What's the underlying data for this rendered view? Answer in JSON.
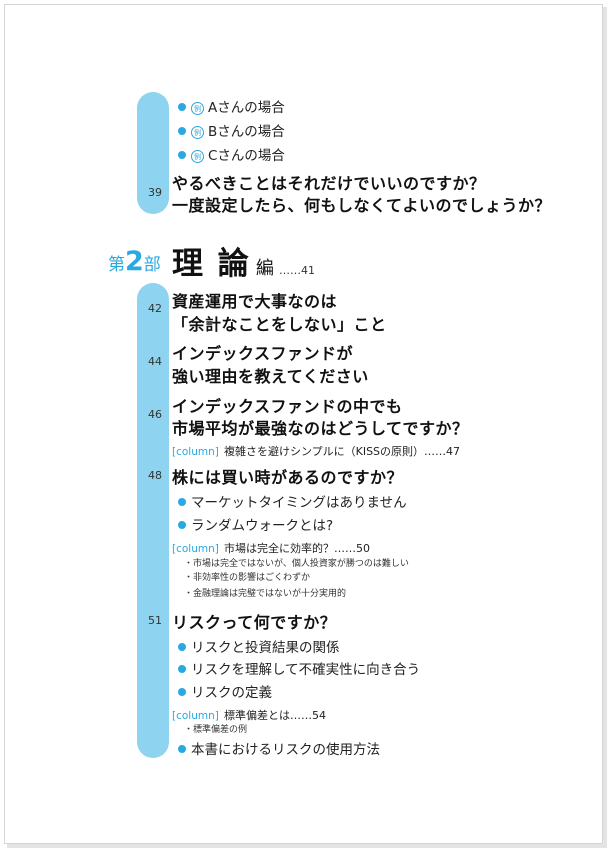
{
  "section1": {
    "examples": [
      "Aさんの場合",
      "Bさんの場合",
      "Cさんの場合"
    ],
    "example_badge": "例",
    "page": "39",
    "question_line1": "やるべきことはそれだけでいいのですか？",
    "question_line2": "一度設定したら、何もしなくてよいのでしょうか？"
  },
  "part2": {
    "prefix": "第",
    "number": "2",
    "suffix": "部",
    "title": "理 論",
    "title_suffix": "編",
    "page_ref": "……41"
  },
  "entries": {
    "e42": {
      "page": "42",
      "line1": "資産運用で大事なのは",
      "line2": "「余計なことをしない」こと"
    },
    "e44": {
      "page": "44",
      "line1": "インデックスファンドが",
      "line2": "強い理由を教えてください"
    },
    "e46": {
      "page": "46",
      "line1": "インデックスファンドの中でも",
      "line2": "市場平均が最強なのはどうしてですか？"
    },
    "col47": {
      "tag": "[column]",
      "text": "複雑さを避けシンプルに（KISSの原則）……47"
    },
    "e48": {
      "page": "48",
      "title": "株には買い時があるのですか？"
    },
    "sub48": [
      "マーケットタイミングはありません",
      "ランダムウォークとは?"
    ],
    "col50": {
      "tag": "[column]",
      "text": "市場は完全に効率的？……50"
    },
    "notes50": [
      "・市場は完全ではないが、個人投資家が勝つのは難しい",
      "・非効率性の影響はごくわずか",
      "・金融理論は完璧ではないが十分実用的"
    ],
    "e51": {
      "page": "51",
      "title": "リスクって何ですか？"
    },
    "sub51": [
      "リスクと投資結果の関係",
      "リスクを理解して不確実性に向き合う",
      "リスクの定義"
    ],
    "col54": {
      "tag": "[column]",
      "text": "標準偏差とは……54"
    },
    "notes54": [
      "・標準偏差の例"
    ],
    "last": "本書におけるリスクの使用方法"
  },
  "colors": {
    "accent": "#29a9e1",
    "bar": "#8ed4f1"
  }
}
